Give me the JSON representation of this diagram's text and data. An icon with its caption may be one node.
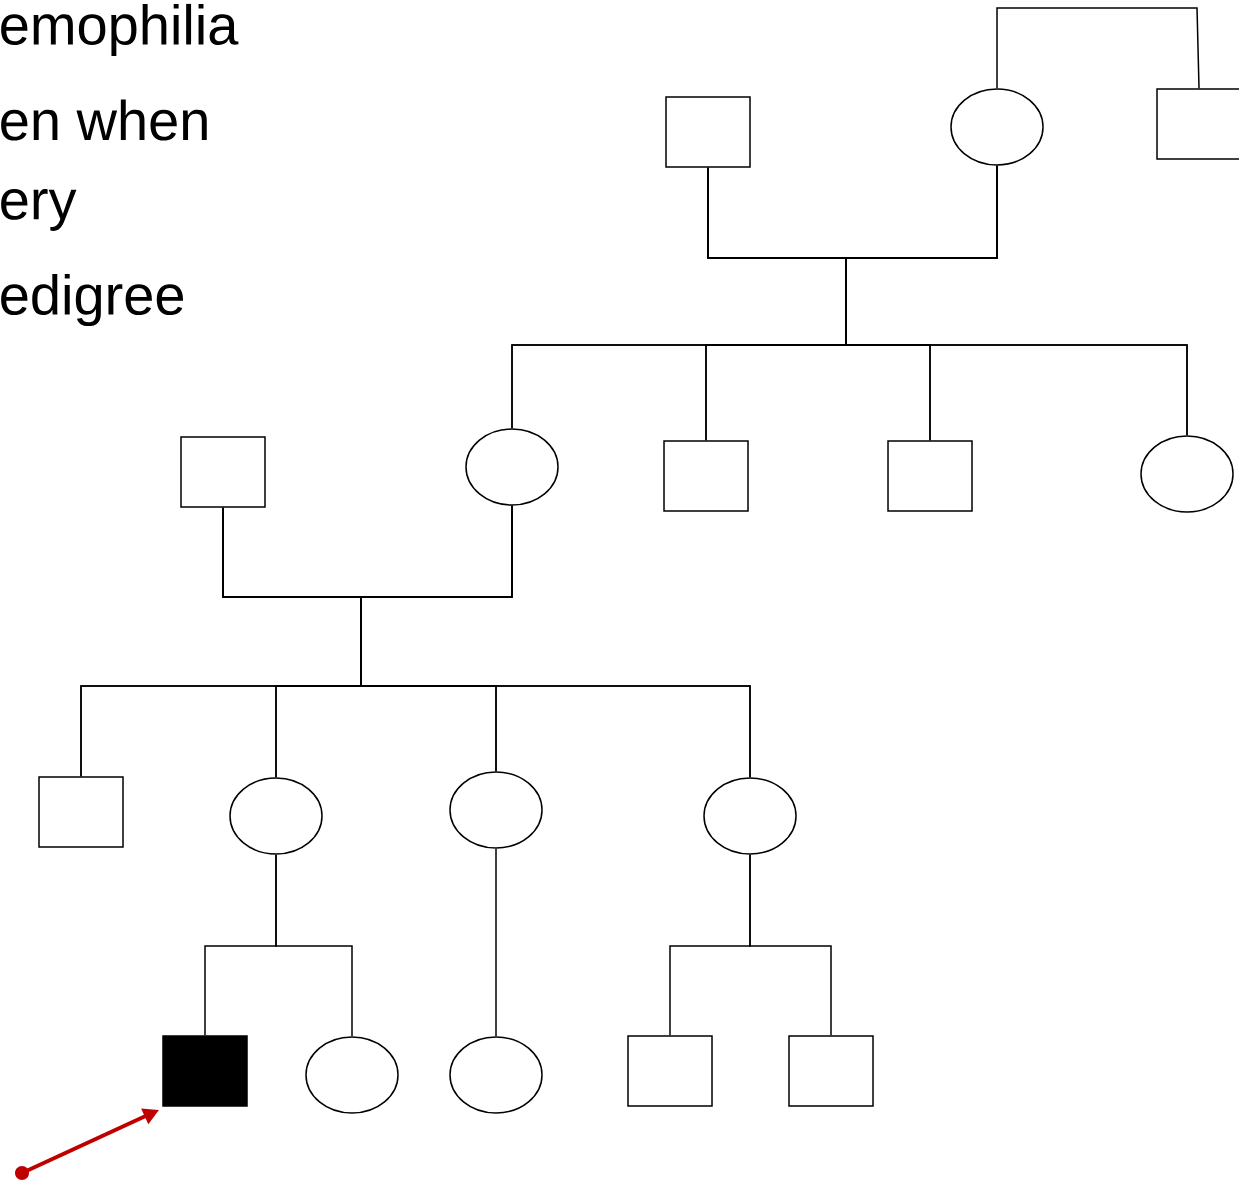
{
  "diagram": {
    "nodes": [
      {
        "text": [],
        "shape": "box"
      },
      {
        "text": [],
        "shape": "circle"
      },
      {
        "text": [],
        "shape": "box"
      },
      {
        "text": [],
        "shape": "box"
      },
      {
        "text": [],
        "shape": "circle"
      },
      {
        "text": [],
        "shape": "box"
      },
      {
        "text": [],
        "shape": "box"
      },
      {
        "text": [],
        "shape": "circle"
      },
      {
        "text": [],
        "shape": "box"
      },
      {
        "text": [],
        "shape": "circle"
      },
      {
        "text": [],
        "shape": "circle"
      },
      {
        "text": [],
        "shape": "circle"
      },
      {
        "text": [],
        "shape": "filled-box"
      },
      {
        "text": [],
        "shape": "circle"
      },
      {
        "text": [],
        "shape": "circle"
      },
      {
        "text": [],
        "shape": "box"
      },
      {
        "text": [],
        "shape": "box"
      }
    ],
    "edges": [
      {
        "from": 1,
        "to": 2,
        "arrow": "none"
      },
      {
        "from": 0,
        "to": 4,
        "arrow": "none"
      },
      {
        "from": 0,
        "to": 5,
        "arrow": "none"
      },
      {
        "from": 0,
        "to": 6,
        "arrow": "none"
      },
      {
        "from": 0,
        "to": 7,
        "arrow": "none"
      },
      {
        "from": 1,
        "to": 4,
        "arrow": "none"
      },
      {
        "from": 1,
        "to": 5,
        "arrow": "none"
      },
      {
        "from": 1,
        "to": 6,
        "arrow": "none"
      },
      {
        "from": 1,
        "to": 7,
        "arrow": "none"
      },
      {
        "from": 3,
        "to": 8,
        "arrow": "none"
      },
      {
        "from": 3,
        "to": 9,
        "arrow": "none"
      },
      {
        "from": 3,
        "to": 10,
        "arrow": "none"
      },
      {
        "from": 3,
        "to": 11,
        "arrow": "none"
      },
      {
        "from": 4,
        "to": 8,
        "arrow": "none"
      },
      {
        "from": 4,
        "to": 9,
        "arrow": "none"
      },
      {
        "from": 4,
        "to": 10,
        "arrow": "none"
      },
      {
        "from": 4,
        "to": 11,
        "arrow": "none"
      },
      {
        "from": 9,
        "to": 12,
        "arrow": "none"
      },
      {
        "from": 9,
        "to": 13,
        "arrow": "none"
      },
      {
        "from": 10,
        "to": 14,
        "arrow": "none"
      },
      {
        "from": 11,
        "to": 15,
        "arrow": "none"
      },
      {
        "from": 11,
        "to": 16,
        "arrow": "none"
      },
      {
        "from": null,
        "to": 12,
        "arrow": "to",
        "style": "thick",
        "color": "#c00000"
      }
    ],
    "labels": [
      "emophilia",
      "en when",
      "ery",
      "edigree"
    ]
  }
}
